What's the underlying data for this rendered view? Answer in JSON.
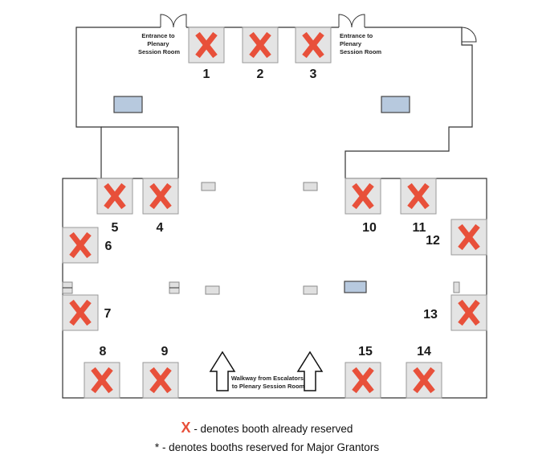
{
  "entrances": {
    "left": [
      "Entrance to",
      "Plenary",
      "Session Room"
    ],
    "right": [
      "Entrance to",
      "Plenary",
      "Session Room"
    ]
  },
  "walkway": [
    "Walkway from Escalators",
    "to Plenary Session Room"
  ],
  "booths": [
    {
      "number": "1",
      "reserved": true
    },
    {
      "number": "2",
      "reserved": true
    },
    {
      "number": "3",
      "reserved": true
    },
    {
      "number": "4",
      "reserved": true
    },
    {
      "number": "5",
      "reserved": true
    },
    {
      "number": "6",
      "reserved": true
    },
    {
      "number": "7",
      "reserved": true
    },
    {
      "number": "8",
      "reserved": true
    },
    {
      "number": "9",
      "reserved": true
    },
    {
      "number": "10",
      "reserved": true
    },
    {
      "number": "11",
      "reserved": true
    },
    {
      "number": "12",
      "reserved": true
    },
    {
      "number": "13",
      "reserved": true
    },
    {
      "number": "14",
      "reserved": true
    },
    {
      "number": "15",
      "reserved": true
    }
  ],
  "legend": {
    "reserved_symbol": "X",
    "reserved_text": " - denotes booth already reserved",
    "grantor_symbol": "*",
    "grantor_text": " - denotes booths reserved for Major Grantors"
  },
  "colors": {
    "reserved_x": "#e8503a",
    "booth_fill": "#e4e4e4",
    "display_table": "#b7c9de"
  }
}
